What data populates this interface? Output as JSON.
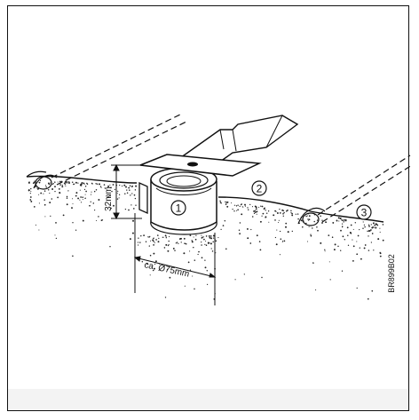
{
  "diagram": {
    "dimension_height": "32mm",
    "dimension_diameter": "ca. Ø75mm",
    "callout_1": "1",
    "callout_2": "2",
    "callout_3": "3",
    "figure_code": "BR899B02"
  },
  "colors": {
    "ink": "#111111",
    "background": "#ffffff",
    "band": "#f3f3f3"
  }
}
